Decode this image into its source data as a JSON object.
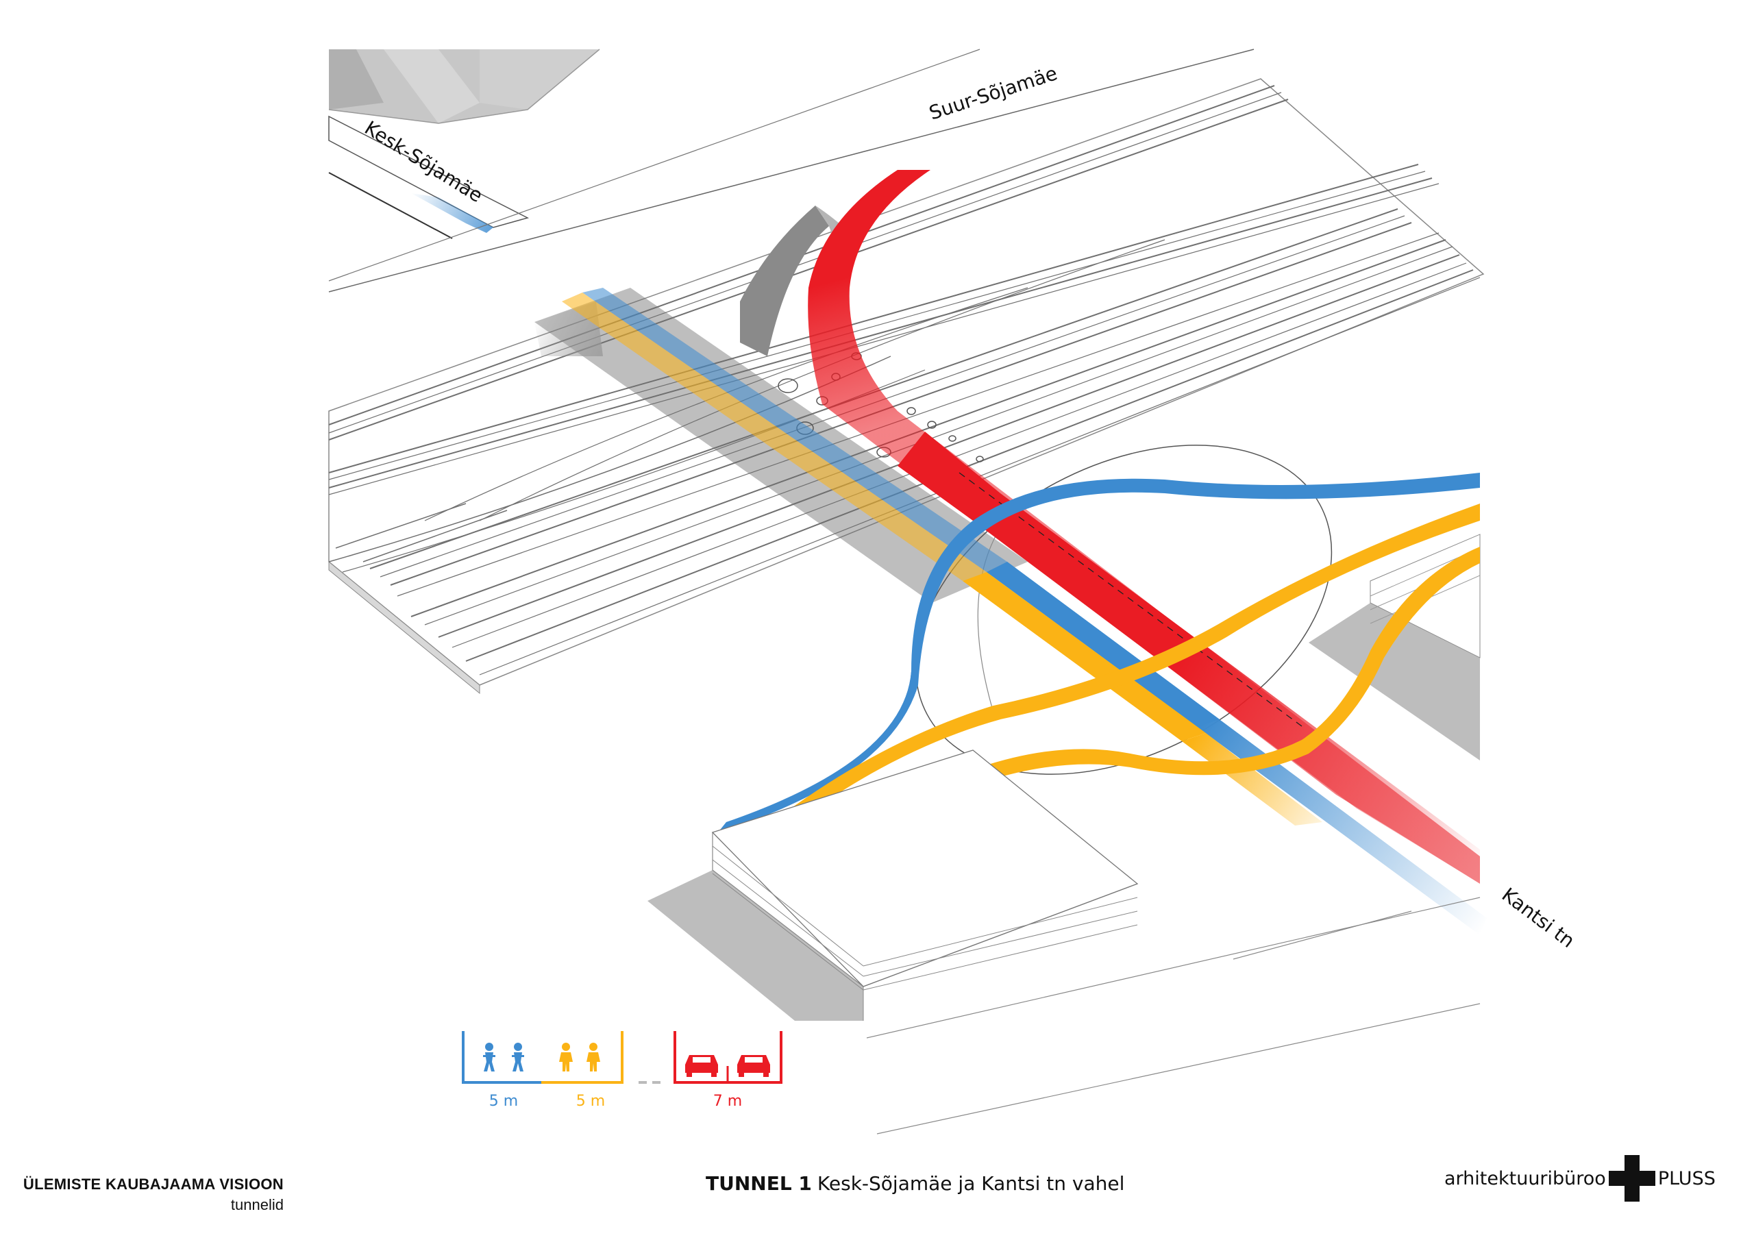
{
  "streets": {
    "north": "Suur-Sõjamäe",
    "northwest": "Kesk-Sõjamäe",
    "southeast": "Kantsi tn"
  },
  "legend": {
    "cyclists_width": "5 m",
    "pedestrians_width": "5 m",
    "cars_width": "7 m",
    "icons": [
      "cyclist-icon",
      "cyclist-icon",
      "pedestrian-icon",
      "pedestrian-icon",
      "car-icon",
      "car-icon"
    ]
  },
  "colors": {
    "blue": "#3d8bd0",
    "yellow": "#fbb315",
    "red": "#ea1c24",
    "shadow": "#bdbdbd",
    "black": "#111111"
  },
  "footer": {
    "project_title": "ÜLEMISTE KAUBAJAAMA VISIOON",
    "project_subtitle": "tunnelid",
    "sheet_title_bold": "TUNNEL 1",
    "sheet_title_rest": "Kesk-Sõjamäe ja Kantsi tn vahel",
    "firm_name_part1": "arhitektuuribüroo",
    "firm_name_part2": "PLUSS"
  }
}
